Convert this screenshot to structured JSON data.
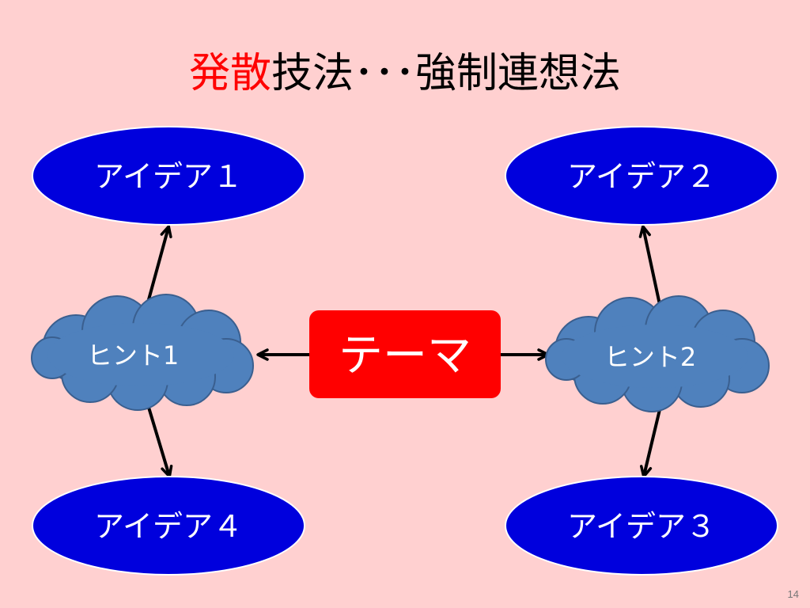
{
  "slide": {
    "title_accent": "発散",
    "title_rest": "技法･･･強制連想法",
    "page_number": "14"
  },
  "diagram": {
    "theme": "テーマ",
    "hints": [
      "ヒント1",
      "ヒント2"
    ],
    "ideas": [
      "アイデア１",
      "アイデア２",
      "アイデア３",
      "アイデア４"
    ],
    "colors": {
      "background": "#ffd0d0",
      "idea_fill": "#0000dd",
      "hint_fill": "#4f81bd",
      "theme_fill": "#ff0000",
      "accent_text": "#ff0000"
    }
  }
}
